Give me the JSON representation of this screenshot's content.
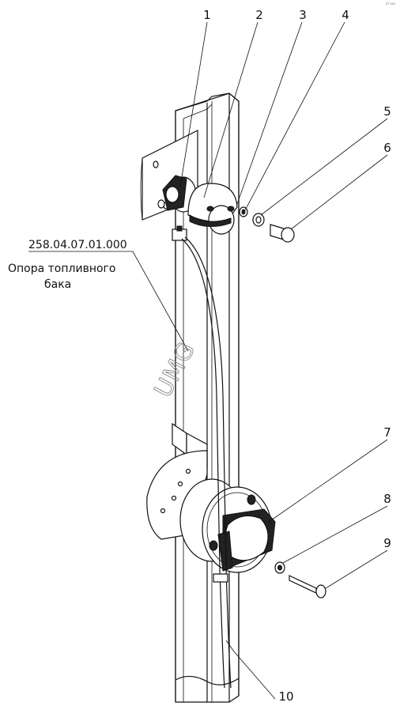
{
  "callouts": [
    {
      "label": "1"
    },
    {
      "label": "2"
    },
    {
      "label": "3"
    },
    {
      "label": "4"
    },
    {
      "label": "5"
    },
    {
      "label": "6"
    },
    {
      "label": "7"
    },
    {
      "label": "8"
    },
    {
      "label": "9"
    },
    {
      "label": "10"
    }
  ],
  "reference": {
    "code": "258.04.07.01.000",
    "line1": "Опора топливного",
    "line2": "бака"
  },
  "watermark": {
    "text": "UMG"
  },
  "corner_mark": {
    "text": "z? ses"
  }
}
